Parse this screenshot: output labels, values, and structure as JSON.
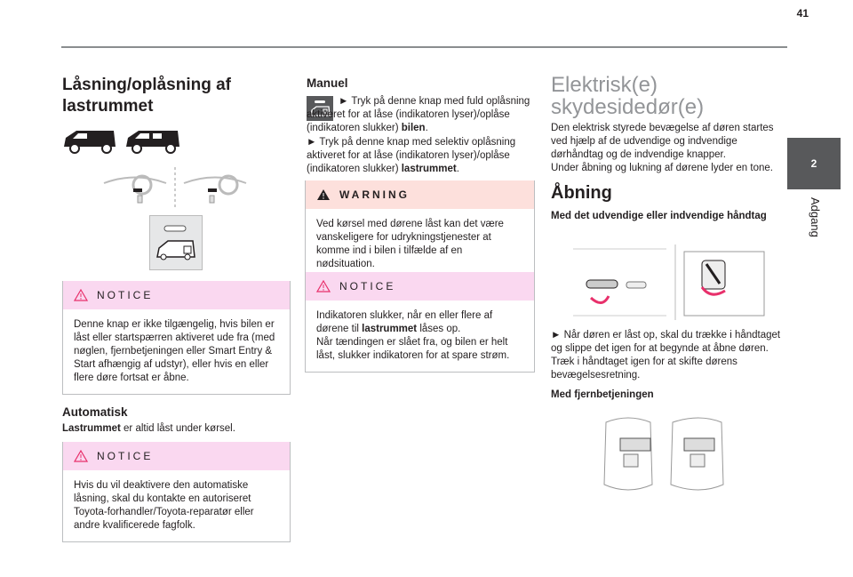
{
  "page": {
    "number": "41"
  },
  "sidebar": {
    "chapter_number": "2",
    "chapter_label": "Adgang"
  },
  "left": {
    "title_line1": "Låsning/oplåsning af",
    "title_line2": "lastrummet",
    "notice1": {
      "header": "NOTICE",
      "body": "Denne knap er ikke tilgængelig, hvis bilen er låst eller startspærren aktiveret ude fra (med nøglen, fjernbetjeningen eller Smart Entry & Start afhængig af udstyr), eller hvis en eller flere døre fortsat er åbne."
    },
    "auto_heading": "Automatisk",
    "auto_bold": "Lastrummet",
    "auto_text": " er altid låst under kørsel.",
    "notice2": {
      "header": "NOTICE",
      "body": "Hvis du vil deaktivere den automatiske låsning, skal du kontakte en autoriseret Toyota-forhandler/Toyota-reparatør eller andre kvalificerede fagfolk."
    }
  },
  "middle": {
    "manual_heading": "Manuel",
    "p1_a": "► Tryk på denne knap med fuld oplåsning aktiveret for at låse (indikatoren lyser)/oplåse (indikatoren slukker) ",
    "p1_bold": "bilen",
    "p1_end": ".",
    "p2_a": "► Tryk på denne knap med selektiv oplåsning aktiveret for at låse (indikatoren lyser)/oplåse (indikatoren slukker) ",
    "p2_bold": "lastrummet",
    "p2_end": ".",
    "warning": {
      "header": "WARNING",
      "body": "Ved kørsel med dørene låst kan det være vanskeligere for udrykningstjenester at komme ind i bilen i tilfælde af en nødsituation."
    },
    "notice3": {
      "header": "NOTICE",
      "body_a": "Indikatoren slukker, når en eller flere af dørene til ",
      "body_bold": "lastrummet",
      "body_b": " låses op.",
      "body_c": "Når tændingen er slået fra, og bilen er helt låst, slukker indikatoren for at spare strøm."
    }
  },
  "right": {
    "title_line1": "Elektrisk(e)",
    "title_line2": "skydesidedør(e)",
    "intro1": "Den elektrisk styrede bevægelse af døren startes ved hjælp af de udvendige og indvendige dørhåndtag og de indvendige knapper.",
    "intro2": "Under åbning og lukning af dørene lyder en tone.",
    "opening_heading": "Åbning",
    "handle_heading": "Med det udvendige eller indvendige håndtag",
    "handle_text": "► Når døren er låst op, skal du trække i håndtaget og slippe det igen for at begynde at åbne døren. Træk i håndtaget igen for at skifte dørens bevægelsesretning.",
    "remote_heading": "Med fjernbetjeningen"
  },
  "colors": {
    "accent_gray": "#58595b",
    "notice_pink": "#fad8f0",
    "warning_pink": "#fde0dc",
    "icon_arrow": "#e8306b"
  }
}
